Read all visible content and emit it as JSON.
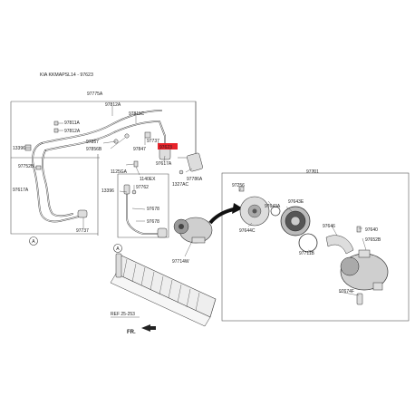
{
  "header": {
    "title": "KIA KKMAPSL14 - 97623"
  },
  "labels": {
    "l97775A": "97775A",
    "l97812A_top": "97812A",
    "l97811C": "97811C",
    "l97811A": "97811A",
    "l97812A_left": "97812A",
    "l13396_a": "13396",
    "l97857": "97857",
    "l97856B": "97856B",
    "l97847": "97847",
    "l97737_top": "97737",
    "l97623": "97623",
    "l97752B": "97752B",
    "l97617A_left": "97617A",
    "l97617A_mid": "97617A",
    "l1125GA": "1125GA",
    "l1140EX": "1140EX",
    "l97786A": "97786A",
    "l1327AC": "1327AC",
    "l97762": "97762",
    "l13396_b": "13396",
    "l97678": "97678",
    "l97737_bottom": "97737",
    "l97714W": "97714W",
    "l97701": "97701",
    "l97256": "97256",
    "l97643E": "97643E",
    "l97643A": "97643A",
    "l97644C": "97644C",
    "l97646": "97646",
    "l97640": "97640",
    "l97652B": "97652B",
    "l97711B": "97711B",
    "l97674F": "97674F",
    "ref": "REF 25-253",
    "fr": "FR.",
    "circleA": "A"
  },
  "colors": {
    "highlight": "#e8232a"
  }
}
